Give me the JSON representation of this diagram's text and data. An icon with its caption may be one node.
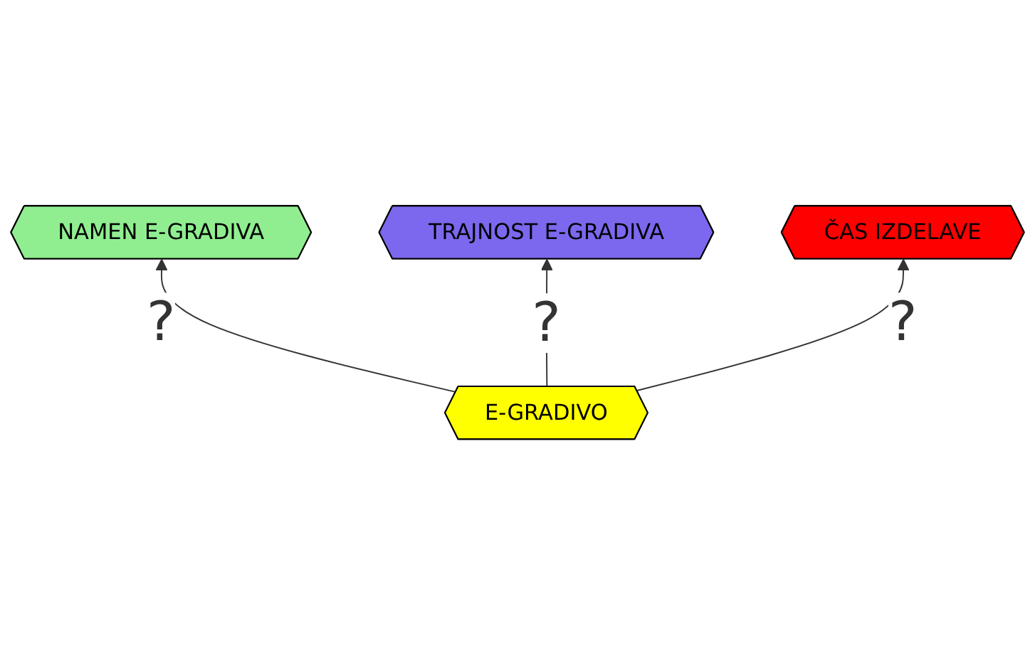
{
  "diagram": {
    "nodes": [
      {
        "text": [
          "NAMEN E-GRADIVA"
        ]
      },
      {
        "text": [
          "E-GRADIVO"
        ]
      },
      {
        "text": [
          "TRAJNOST E-GRADIVA"
        ]
      },
      {
        "text": [
          "ČAS IZDELAVE"
        ]
      }
    ],
    "edges": [
      {
        "from": 1,
        "to": 0,
        "arrow": "to",
        "label": "?"
      },
      {
        "from": 1,
        "to": 2,
        "arrow": "to",
        "label": "?"
      },
      {
        "from": 1,
        "to": 3,
        "arrow": "to",
        "label": "?"
      }
    ]
  }
}
